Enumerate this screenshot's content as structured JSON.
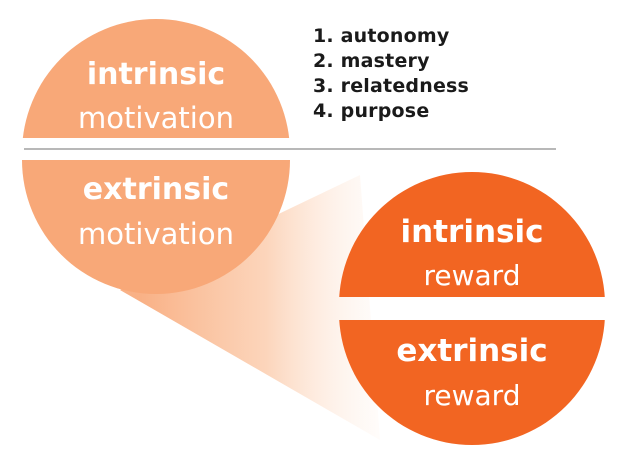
{
  "colors": {
    "light_orange": "#f8a878",
    "dark_orange": "#f26522",
    "divider": "#b8b8b8",
    "text": "#ffffff",
    "list_text": "#1a1a1a"
  },
  "intrinsic_motivation": {
    "line1": "intrinsic",
    "line2": "motivation"
  },
  "extrinsic_motivation": {
    "line1": "extrinsic",
    "line2": "motivation"
  },
  "intrinsic_reward": {
    "line1": "intrinsic",
    "line2": "reward"
  },
  "extrinsic_reward": {
    "line1": "extrinsic",
    "line2": "reward"
  },
  "needs_list": [
    "1. autonomy",
    "2. mastery",
    "3. relatedness",
    "4. purpose"
  ]
}
